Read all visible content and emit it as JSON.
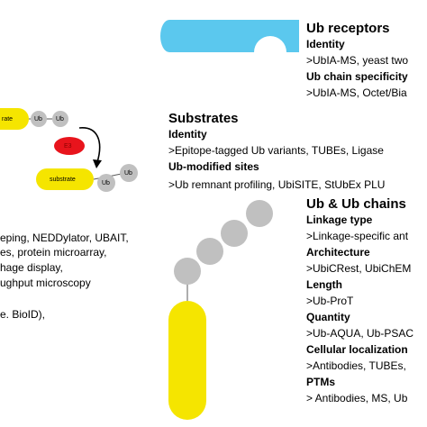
{
  "receptors": {
    "title": "Ub receptors",
    "items": [
      {
        "heading": "Identity",
        "text": ">UbIA-MS, yeast two"
      },
      {
        "heading": "Ub chain specificity",
        "text": ">UbIA-MS, Octet/Bia"
      }
    ]
  },
  "substrates": {
    "title": "Substrates",
    "items": [
      {
        "heading": "Identity",
        "text": ">Epitope-tagged Ub variants, TUBEs, Ligase"
      },
      {
        "heading": "Ub-modified sites",
        "text": ">Ub remnant profiling, UbiSITE, StUbEx PLU"
      }
    ]
  },
  "chains": {
    "title": "Ub & Ub chains",
    "items": [
      {
        "heading": "Linkage type",
        "text": ">Linkage-specific ant"
      },
      {
        "heading": "Architecture",
        "text": ">UbiCRest, UbiChEM"
      },
      {
        "heading": "Length",
        "text": ">Ub-ProT"
      },
      {
        "heading": "Quantity",
        "text": ">Ub-AQUA, Ub-PSAC"
      },
      {
        "heading": "Cellular localization",
        "text": ">Antibodies, TUBEs,"
      },
      {
        "heading": "PTMs",
        "text": "> Antibodies, MS, Ub"
      }
    ]
  },
  "left_methods": [
    "eping, NEDDylator, UBAIT,",
    "es, protein microarray,",
    "hage display,",
    "ughput microscopy",
    "e. BioID),"
  ],
  "scheme": {
    "substrate_top": "rate",
    "ub_a": "Ub",
    "ub_b": "Ub",
    "e3": "E3",
    "substrate_bottom": "substrate",
    "ub_c": "Ub",
    "ub_d": "Ub"
  },
  "colors": {
    "receptor_blue": "#5bc8ee",
    "substrate_yellow": "#f5e500",
    "ub_grey": "#c0c0c0",
    "e3_red": "#e8141c"
  }
}
